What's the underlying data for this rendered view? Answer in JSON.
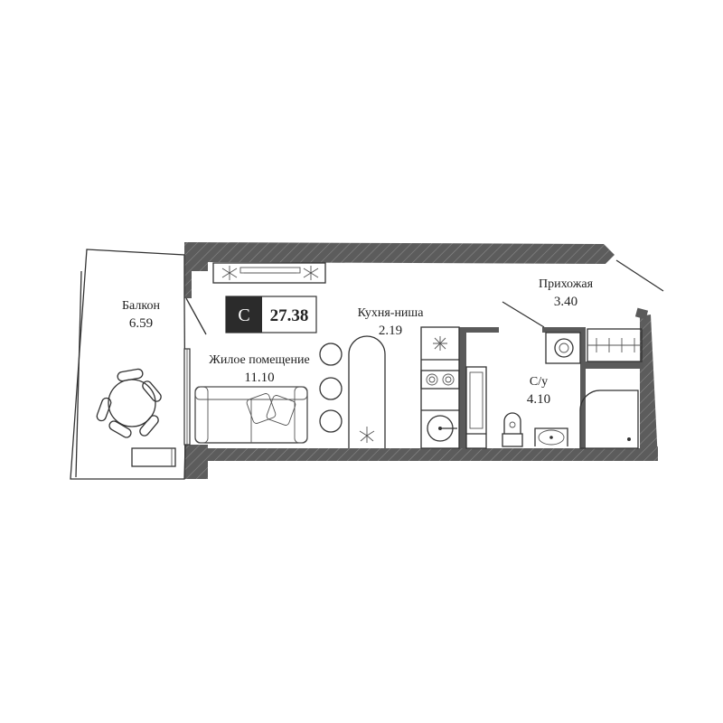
{
  "apartment": {
    "type_letter": "С",
    "total_area": "27.38"
  },
  "rooms": {
    "balcony": {
      "name": "Балкон",
      "area": "6.59"
    },
    "living": {
      "name": "Жилое помещение",
      "area": "11.10"
    },
    "kitchen": {
      "name": "Кухня-ниша",
      "area": "2.19"
    },
    "hallway": {
      "name": "Прихожая",
      "area": "3.40"
    },
    "bathroom": {
      "name": "С/у",
      "area": "4.10"
    }
  },
  "colors": {
    "wall": "#5a5a5a",
    "badge_dark": "#2b2b2b",
    "line": "#333333"
  }
}
